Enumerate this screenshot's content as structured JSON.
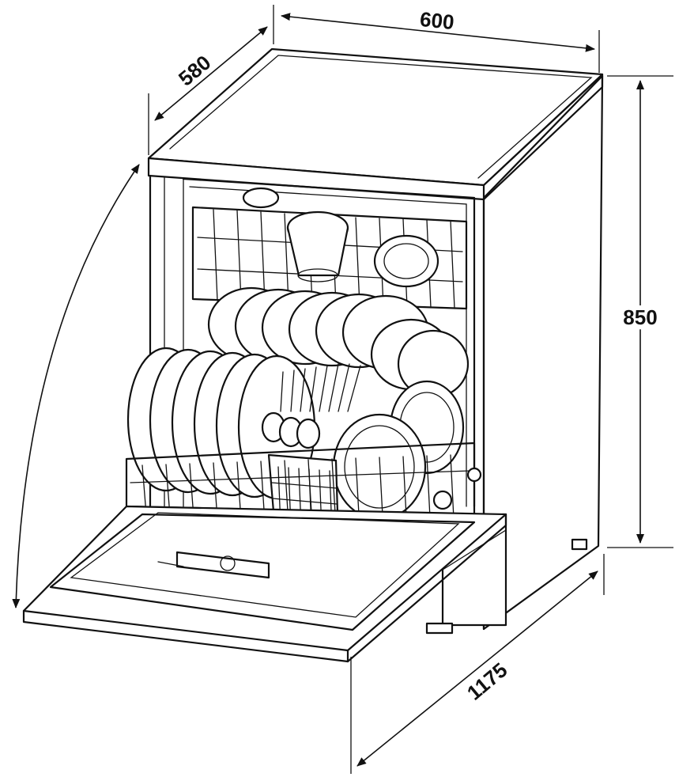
{
  "dimensions": {
    "width": "600",
    "depth": "580",
    "height": "850",
    "door_open_depth": "1175"
  },
  "colors": {
    "line": "#111111",
    "background": "#ffffff"
  }
}
